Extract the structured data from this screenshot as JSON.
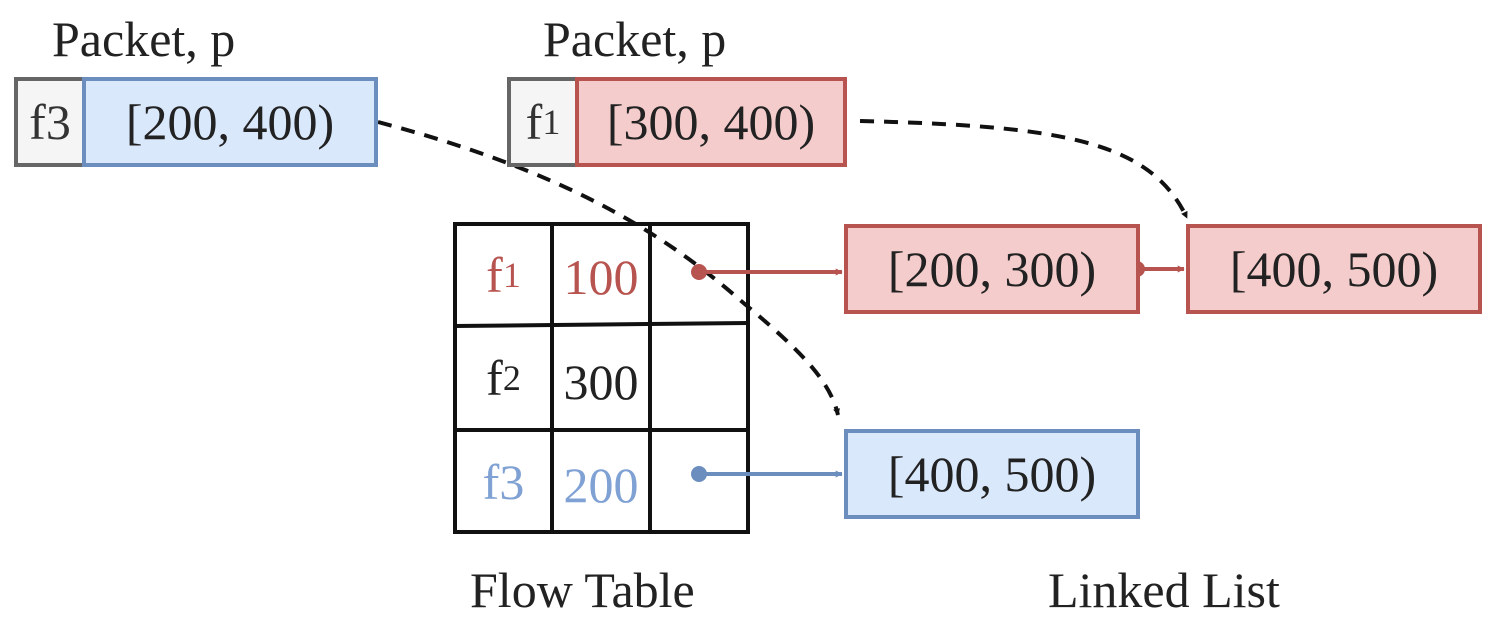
{
  "packets": [
    {
      "label": "Packet, p",
      "flow_main": "f",
      "flow_sub": "3",
      "range": "[200, 400)"
    },
    {
      "label": "Packet, p",
      "flow_main": "f",
      "flow_sub": "1",
      "range": "[300, 400)"
    }
  ],
  "flow_table": {
    "caption": "Flow Table",
    "rows": [
      {
        "flow_main": "f",
        "flow_sub": "1",
        "value": "100"
      },
      {
        "flow_main": "f",
        "flow_sub": "2",
        "value": "300"
      },
      {
        "flow_main": "f",
        "flow_sub": "3",
        "value": "200"
      }
    ]
  },
  "linked_list": {
    "caption": "Linked List",
    "nodes": [
      "[200, 300)",
      "[400, 500)",
      "[400, 500)"
    ]
  },
  "colors": {
    "red": "#b85450",
    "red_fill": "#f4cccc",
    "blue": "#6c8ebf",
    "blue_fill": "#dae8fc",
    "gray": "#666666"
  }
}
